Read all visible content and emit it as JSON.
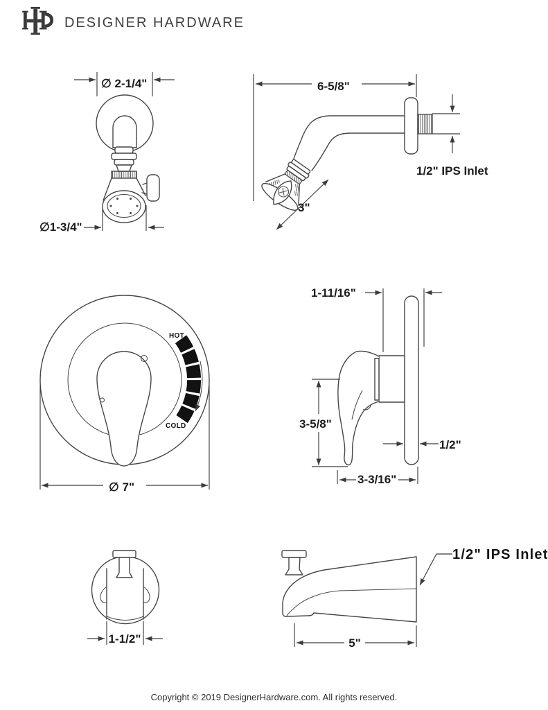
{
  "header": {
    "brand": "DESIGNER HARDWARE",
    "monogram": "DH"
  },
  "drawings": {
    "showerhead_front": {
      "dims": {
        "flange_diameter": "∅ 2-1/4\"",
        "face_diameter": "∅1-3/4\""
      }
    },
    "shower_arm_side": {
      "dims": {
        "arm_length": "6-5/8\"",
        "head_length": "3\"",
        "inlet": "1/2\" IPS Inlet"
      }
    },
    "valve_trim_front": {
      "labels": {
        "hot": "HOT",
        "cold": "COLD"
      },
      "dims": {
        "plate_diameter": "∅ 7\""
      }
    },
    "valve_trim_side": {
      "dims": {
        "handle_to_plate": "1-11/16\"",
        "handle_height": "3-5/8\"",
        "plate_thickness": "1/2\"",
        "overall_depth": "3-3/16\""
      }
    },
    "tub_spout_front": {
      "dims": {
        "width": "1-1/2\""
      }
    },
    "tub_spout_side": {
      "dims": {
        "length": "5\"",
        "inlet": "1/2\" IPS Inlet"
      }
    }
  },
  "footer": {
    "copyright": "Copyright © 2019 DesignerHardware.com. All rights reserved."
  }
}
